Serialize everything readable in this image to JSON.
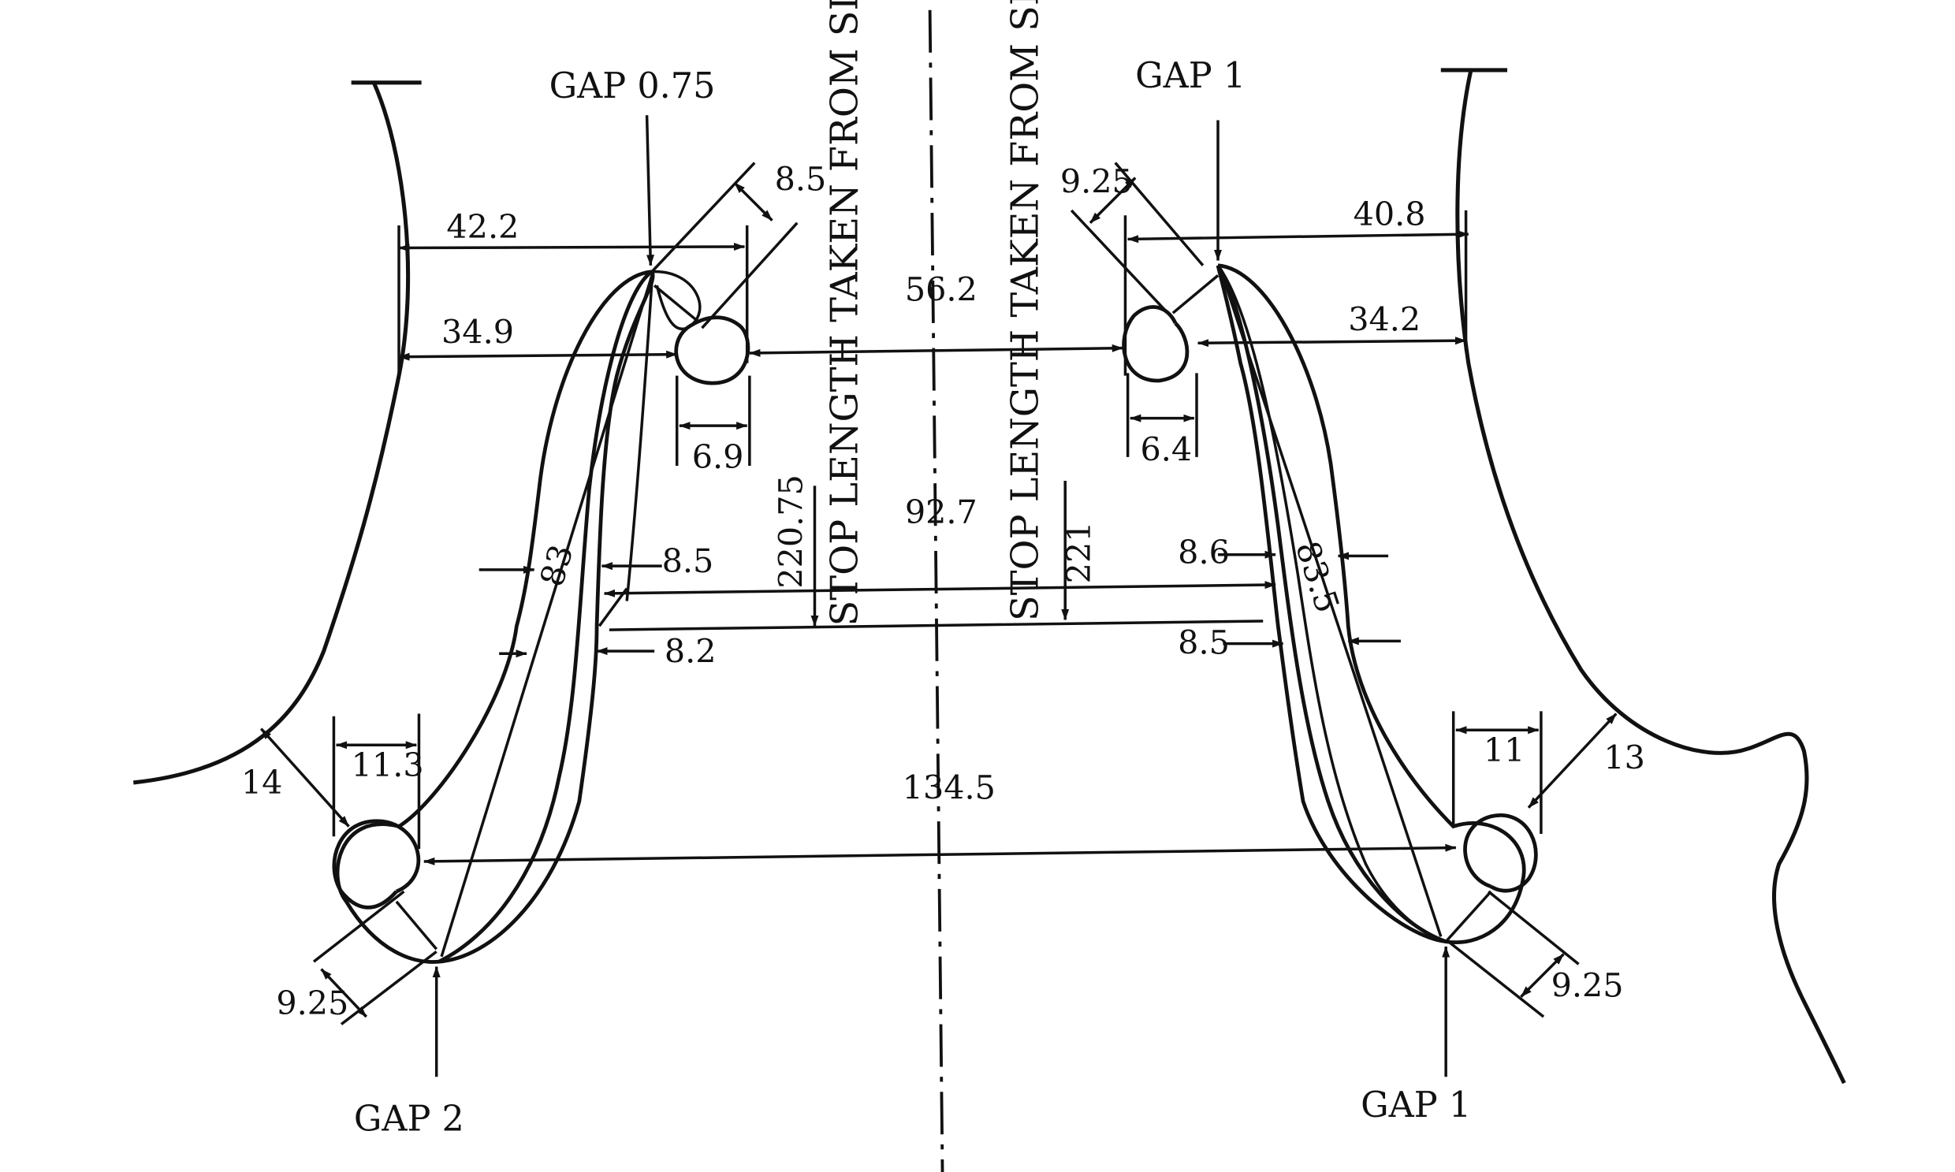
{
  "centre_dims": {
    "upper": "56.2",
    "middle": "92.7",
    "lower": "134.5"
  },
  "stop_text": "STOP LENGTH TAKEN FROM SIDE OF NECK",
  "stop_values": {
    "left": "220.75",
    "right": "221"
  },
  "left": {
    "gap_top": "GAP  0.75",
    "gap_bottom": "GAP  2",
    "dim_42": "42.2",
    "dim_349": "34.9",
    "dim_85_top": "8.5",
    "dim_69": "6.9",
    "dim_83": "83",
    "dim_85_mid": "8.5",
    "dim_82": "8.2",
    "dim_113": "11.3",
    "dim_14": "14",
    "dim_925": "9.25"
  },
  "right": {
    "gap_top": "GAP  1",
    "gap_bottom": "GAP  1",
    "dim_408": "40.8",
    "dim_342": "34.2",
    "dim_925_top": "9.25",
    "dim_64": "6.4",
    "dim_835": "83.5",
    "dim_86": "8.6",
    "dim_85": "8.5",
    "dim_11": "11",
    "dim_13": "13",
    "dim_925_bottom": "9.25"
  }
}
